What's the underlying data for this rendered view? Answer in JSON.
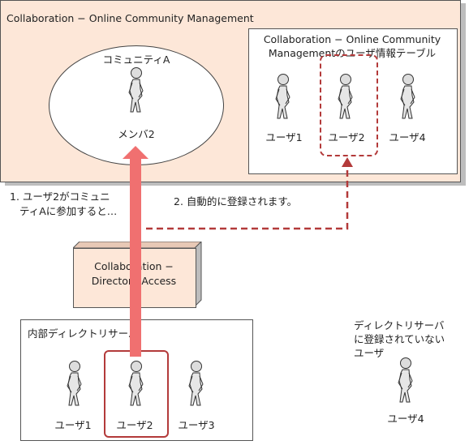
{
  "outer": {
    "title": "Collaboration − Online Community Management"
  },
  "community": {
    "title": "コミュニティA",
    "member_label": "メンバ2"
  },
  "user_table": {
    "title_line1": "Collaboration − Online Community",
    "title_line2": "Managementのユーザ情報テーブル",
    "users": [
      "ユーザ1",
      "ユーザ2",
      "ユーザ4"
    ]
  },
  "steps": {
    "step1_line1": "1. ユーザ2がコミュニ",
    "step1_line2": "ティAに参加すると…",
    "step2": "2. 自動的に登録されます。"
  },
  "directory_access": {
    "line1": "Collaboration −",
    "line2": "Directory Access"
  },
  "internal_server": {
    "title": "内部ディレクトリサーバ",
    "users": [
      "ユーザ1",
      "ユーザ2",
      "ユーザ3"
    ]
  },
  "unregistered": {
    "line1": "ディレクトリサーバ",
    "line2": "に登録されていない",
    "line3": "ユーザ",
    "user": "ユーザ4"
  },
  "colors": {
    "box_fill": "#fde7d8",
    "highlight": "#b33a3a",
    "arrow": "#f07070"
  }
}
